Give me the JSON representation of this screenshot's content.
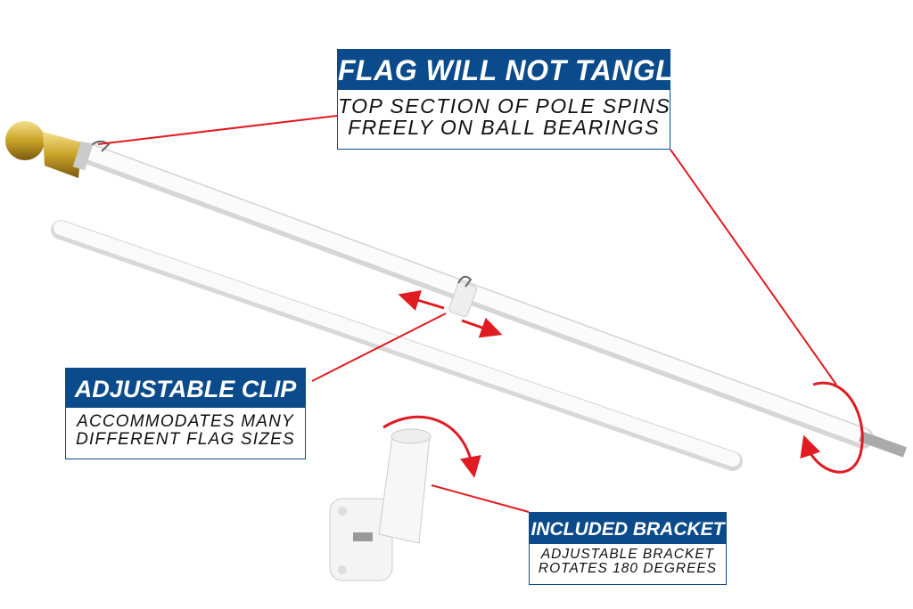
{
  "colors": {
    "callout_header": "#0b4a8b",
    "leader_line": "#e01b22",
    "finial": "#c9a227"
  },
  "callouts": {
    "tangle": {
      "title": "FLAG WILL NOT TANGLE",
      "line1": "TOP SECTION OF POLE SPINS",
      "line2": "FREELY ON BALL BEARINGS"
    },
    "clip": {
      "title": "ADJUSTABLE CLIP",
      "line1": "ACCOMMODATES MANY",
      "line2": "DIFFERENT FLAG SIZES"
    },
    "bracket": {
      "title": "INCLUDED BRACKET",
      "line1": "ADJUSTABLE BRACKET",
      "line2": "ROTATES 180 DEGREES"
    }
  }
}
